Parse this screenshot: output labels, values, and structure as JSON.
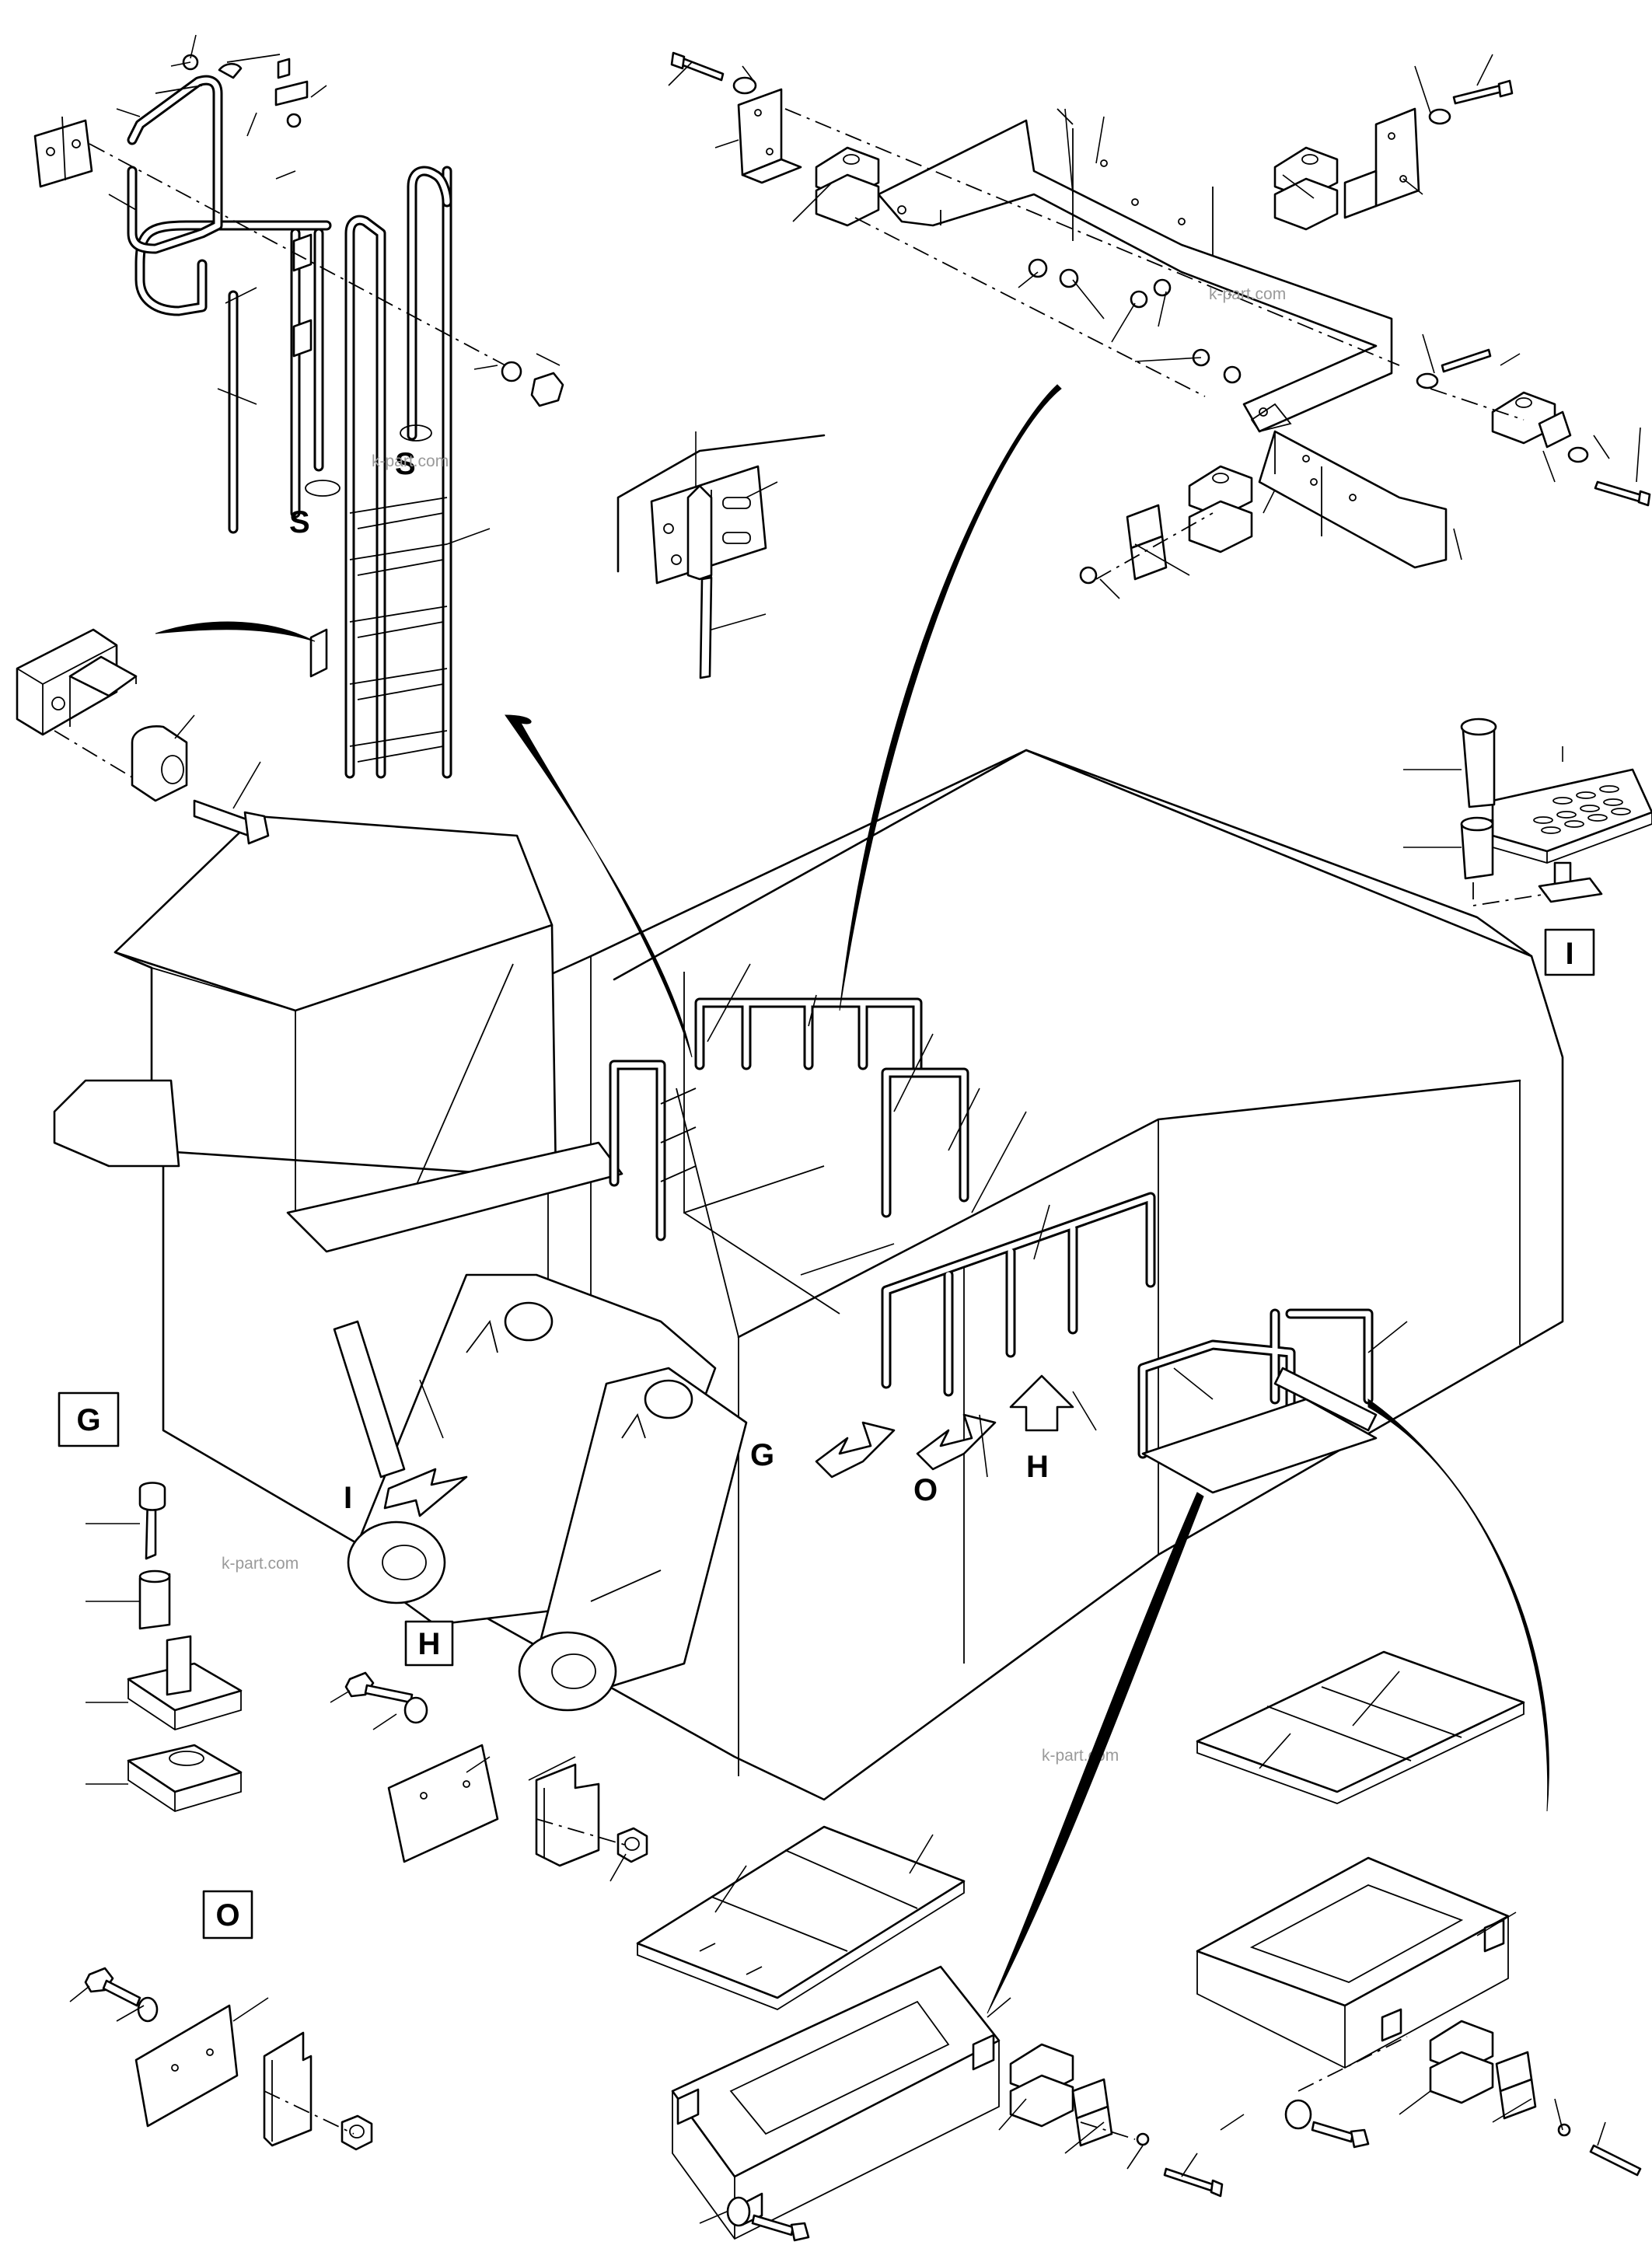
{
  "view_labels": {
    "s_left": "S",
    "s_right": "S",
    "g": "G",
    "i": "I",
    "o": "O",
    "h": "H"
  },
  "detail_boxes": {
    "g": "G",
    "h": "H",
    "o": "O",
    "i": "I"
  },
  "watermarks": {
    "wm1": "k-part.com",
    "wm2": "k-part.com",
    "wm3": "k-part.com",
    "wm4": "k-part.com"
  }
}
